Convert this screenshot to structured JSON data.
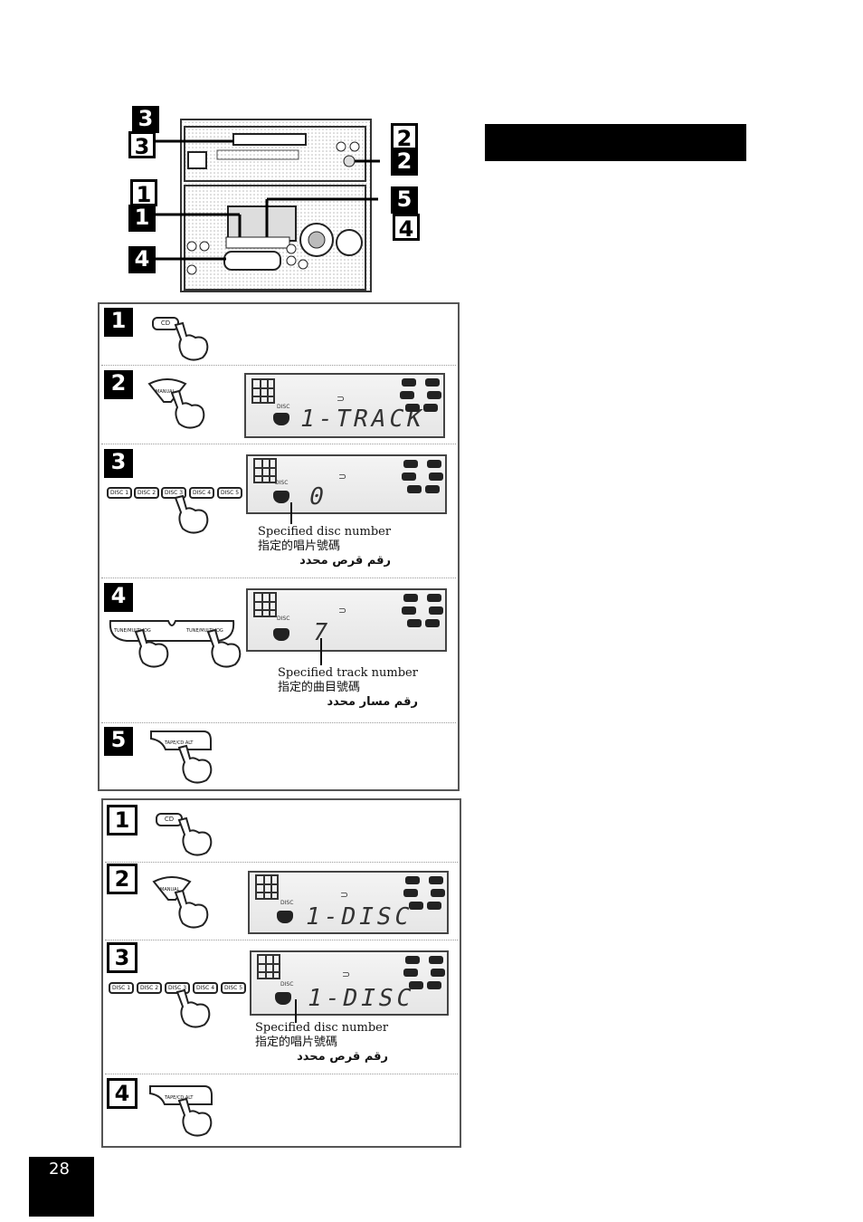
{
  "header": {
    "title": ""
  },
  "device": {
    "callouts": [
      "3",
      "3",
      "2",
      "2",
      "1",
      "1",
      "5",
      "4",
      "4"
    ]
  },
  "section_a": {
    "steps": [
      {
        "num": "1",
        "button": "CD"
      },
      {
        "num": "2",
        "button": "MANUAL",
        "display": "1-TRACK",
        "display_tag": "DISC"
      },
      {
        "num": "3",
        "buttons": [
          "DISC 1",
          "DISC 2",
          "DISC 3",
          "DISC 4",
          "DISC 5"
        ],
        "display": "0",
        "display_tag": "DISC",
        "caption_en": "Specified disc number",
        "caption_zh": "指定的唱片號碼",
        "caption_ar": "رقم قرص محدد"
      },
      {
        "num": "4",
        "button_left": "TUNE/MULTI JOG",
        "button_right": "TUNE/MULTI JOG",
        "display": "7",
        "display_tag": "DISC",
        "caption_en": "Specified track number",
        "caption_zh": "指定的曲目號碼",
        "caption_ar": "رقم مسار محدد"
      },
      {
        "num": "5",
        "button": "TAPE/CD ALT"
      }
    ]
  },
  "section_b": {
    "steps": [
      {
        "num": "1",
        "button": "CD"
      },
      {
        "num": "2",
        "button": "MANUAL",
        "display": "1-DISC",
        "display_tag": "DISC"
      },
      {
        "num": "3",
        "buttons": [
          "DISC 1",
          "DISC 2",
          "DISC 3",
          "DISC 4",
          "DISC 5"
        ],
        "display": "1-DISC",
        "display_tag": "DISC",
        "caption_en": "Specified disc number",
        "caption_zh": "指定的唱片號碼",
        "caption_ar": "رقم قرص محدد"
      },
      {
        "num": "4",
        "button": "TAPE/CD ALT"
      }
    ]
  },
  "page": {
    "number": "28"
  },
  "colors": {
    "ink": "#000000",
    "frame": "#555555",
    "lcd": "#e6e6e6"
  }
}
